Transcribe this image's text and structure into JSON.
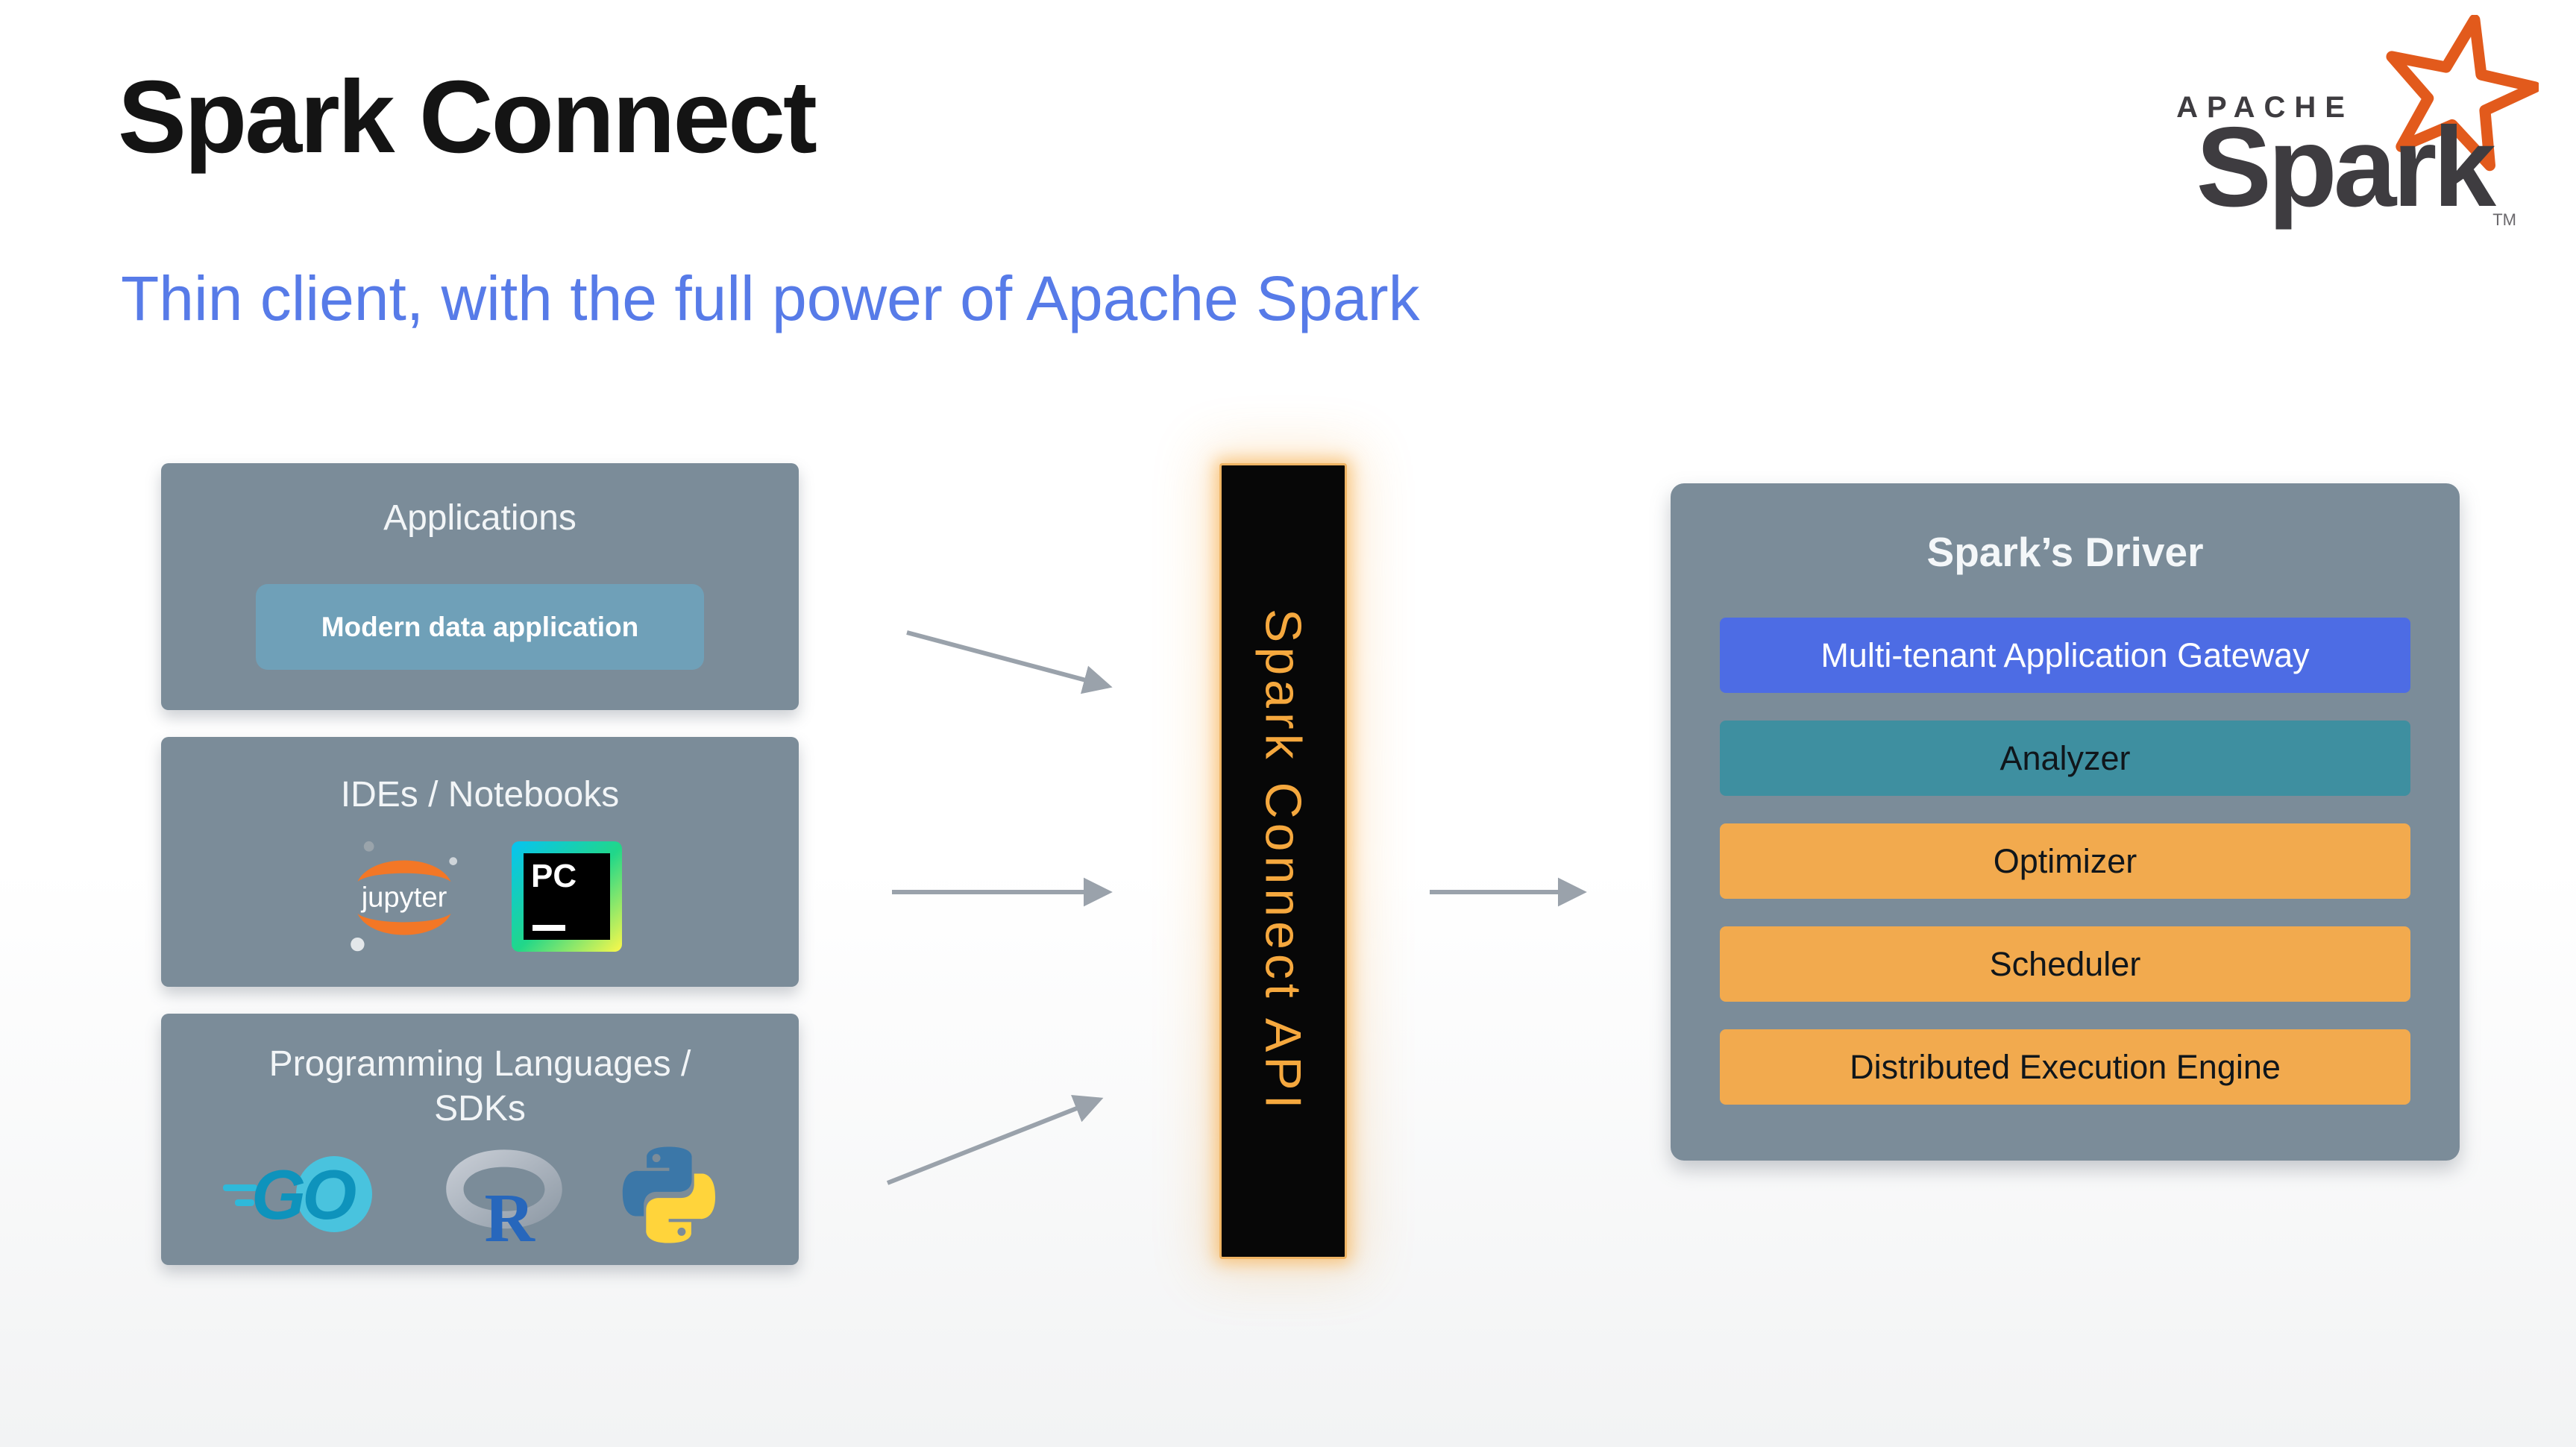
{
  "header": {
    "title": "Spark Connect",
    "subtitle": "Thin client, with the full power of Apache Spark"
  },
  "logo": {
    "apache": "APACHE",
    "wordmark": "Spark",
    "tm": "TM"
  },
  "clients": {
    "applications": {
      "title": "Applications",
      "chip": "Modern data application"
    },
    "ides": {
      "title": "IDEs / Notebooks",
      "jupyter_label": "jupyter",
      "pycharm_label": "PC"
    },
    "languages": {
      "title": "Programming Languages / SDKs",
      "go_label": "GO",
      "r_label": "R"
    }
  },
  "connector": {
    "label": "Spark Connect API"
  },
  "driver": {
    "title": "Spark’s Driver",
    "rows": [
      {
        "label": "Multi-tenant Application Gateway",
        "bg": "#4D6CE4",
        "fg": "#FFFFFF"
      },
      {
        "label": "Analyzer",
        "bg": "#3E8FA0",
        "fg": "#10161B"
      },
      {
        "label": "Optimizer",
        "bg": "#F2AA4E",
        "fg": "#10161B"
      },
      {
        "label": "Scheduler",
        "bg": "#F2AA4E",
        "fg": "#10161B"
      },
      {
        "label": "Distributed Execution Engine",
        "bg": "#F2AA4E",
        "fg": "#10161B"
      }
    ]
  },
  "icons": {
    "spark_star": "apache-spark-star-icon",
    "jupyter": "jupyter-logo-icon",
    "pycharm": "pycharm-logo-icon",
    "go": "go-logo-icon",
    "r": "r-logo-icon",
    "python": "python-logo-icon",
    "arrows": "flow-arrow"
  },
  "colors": {
    "title_text": "#141414",
    "subtitle_blue": "#577BE8",
    "panel_gray": "#7B8C99",
    "chip_blue": "#6FA0B8",
    "connector_bg": "#070707",
    "connector_orange": "#F5A83E",
    "arrow_gray": "#9AA2AB",
    "spark_star_orange": "#E25A1C"
  }
}
